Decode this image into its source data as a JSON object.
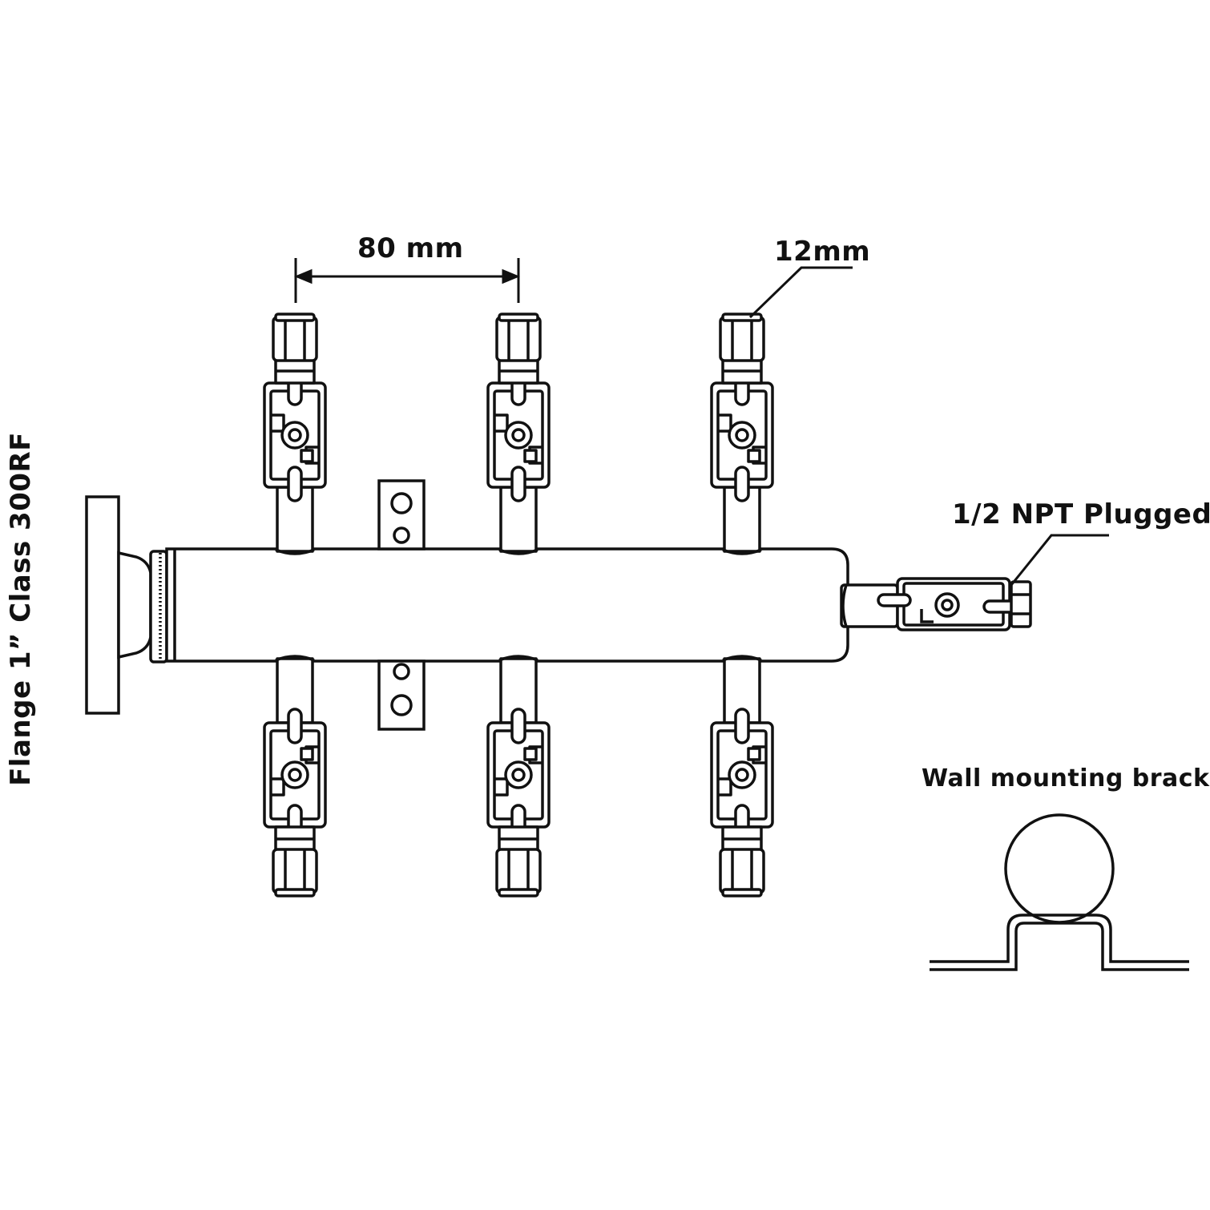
{
  "labels": {
    "pitch_dimension": "80 mm",
    "tube_size": "12mm",
    "plugged_port": "1/2 NPT Plugged",
    "flange": "Flange 1” Class 300RF",
    "bracket": "Wall mounting bracket"
  },
  "valves": {
    "top_count": 3,
    "bottom_count": 3
  },
  "colors": {
    "line": "#111111",
    "background": "#ffffff"
  }
}
